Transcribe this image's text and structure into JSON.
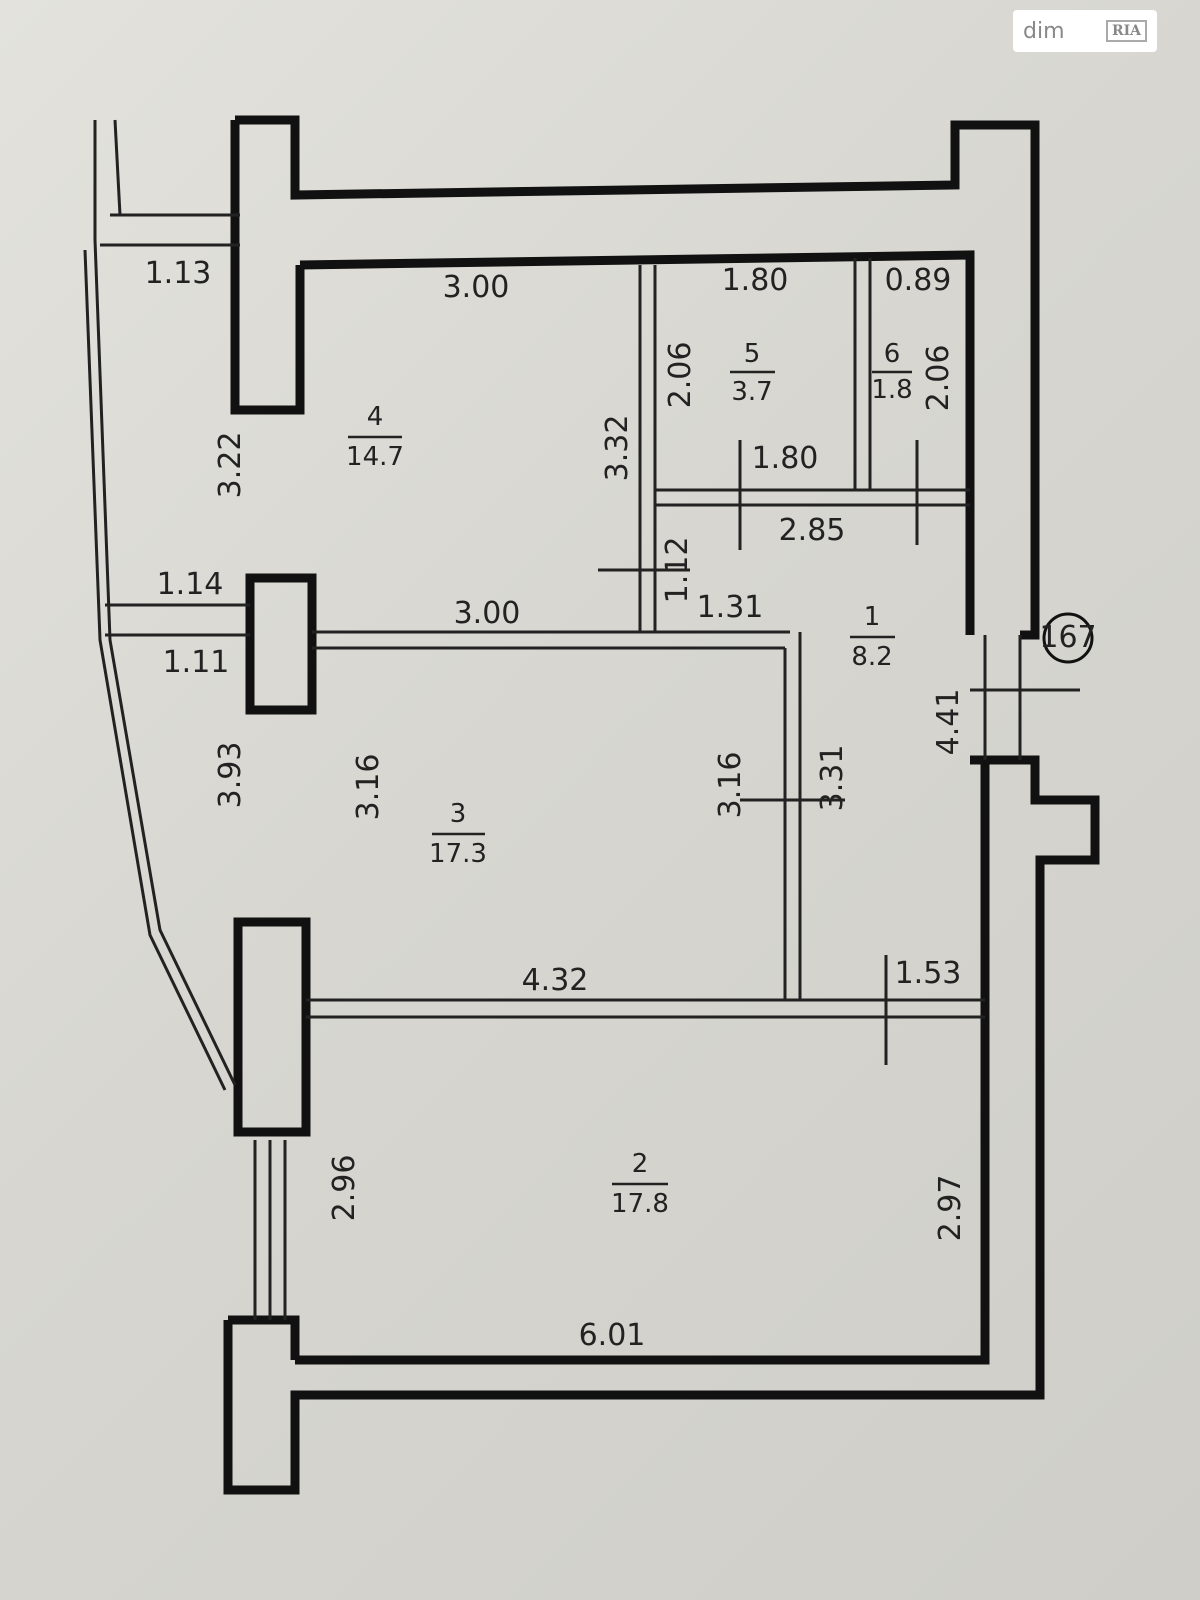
{
  "watermark": {
    "brand": "dim",
    "badge": "RIA"
  },
  "apartment_number": "167",
  "rooms": [
    {
      "num": "1",
      "area": "8.2"
    },
    {
      "num": "2",
      "area": "17.8"
    },
    {
      "num": "3",
      "area": "17.3"
    },
    {
      "num": "4",
      "area": "14.7"
    },
    {
      "num": "5",
      "area": "3.7"
    },
    {
      "num": "6",
      "area": "1.8"
    }
  ],
  "dimensions": {
    "balcony_top": "1.13",
    "balcony_upper_side": "3.22",
    "balcony_mid1": "1.14",
    "balcony_mid2": "1.11",
    "balcony_lower_side": "3.93",
    "room4_top": "3.00",
    "room4_side": "3.32",
    "room4_bottom": "3.00",
    "room5_top": "1.80",
    "room5_side": "2.06",
    "room5_bottom": "1.80",
    "room6_top": "0.89",
    "room6_side": "2.06",
    "corridor_top": "2.85",
    "corridor_small": "1.12",
    "corridor_mid": "1.31",
    "corridor_side": "3.31",
    "corridor_long": "4.41",
    "room3_left": "3.16",
    "room3_right": "3.16",
    "room3_bottom": "4.32",
    "door_width": "1.53",
    "room2_left": "2.96",
    "room2_right": "2.97",
    "room2_bottom": "6.01"
  }
}
